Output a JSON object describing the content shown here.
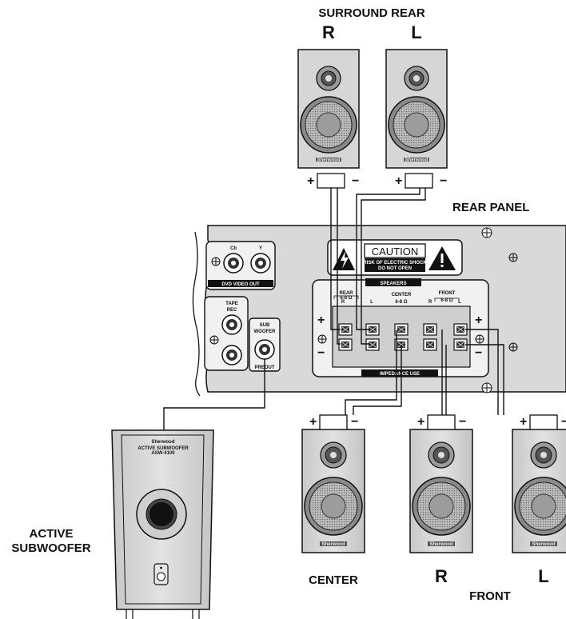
{
  "labels": {
    "surround_rear": "SURROUND REAR",
    "rear_right": "R",
    "rear_left": "L",
    "rear_panel": "REAR PANEL",
    "active_subwoofer_line1": "ACTIVE",
    "active_subwoofer_line2": "SUBWOOFER",
    "center": "CENTER",
    "front_right": "R",
    "front_left": "L",
    "front": "FRONT"
  },
  "panel": {
    "caution": "CAUTION",
    "caution_line1": "RISK OF ELECTRIC SHOCK",
    "caution_line2": "DO NOT OPEN",
    "dvd_cb": "Cb",
    "dvd_y": "Y",
    "dvd_video_out": "DVD VIDEO OUT",
    "tape_rec_1": "TAPE",
    "tape_rec_2": "REC",
    "sub_woofer_1": "SUB",
    "sub_woofer_2": "WOOFER",
    "preout": "PREOUT",
    "speakers": "SPEAKERS",
    "rear": "REAR",
    "rear_ohm": "6-8 Ω",
    "center_lbl": "CENTER",
    "center_ohm": "6-8 Ω",
    "front_lbl": "FRONT",
    "front_ohm": "6-8 Ω",
    "r": "R",
    "l": "L",
    "impedance_use": "IMPEDANCE USE",
    "plus": "+",
    "minus": "−"
  },
  "subwoofer": {
    "brand": "Sherwood",
    "model_line1": "ACTIVE SUBWOOFER",
    "model_line2": "ASW-4100"
  },
  "speaker_brand": "Sherwood",
  "polarity": {
    "plus": "+",
    "minus": "−"
  },
  "colors": {
    "line": "#111111",
    "cabinet": "#d6d6d6",
    "panel": "#d9d9d9",
    "label_bg": "#111111"
  }
}
